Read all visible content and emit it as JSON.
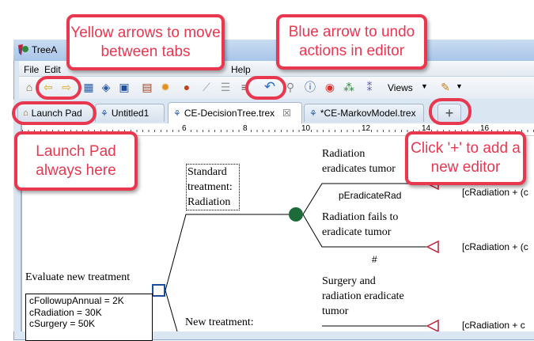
{
  "window": {
    "title": "TreeA"
  },
  "menu": [
    "File",
    "Edit",
    "Help"
  ],
  "toolbar": {
    "views_label": "Views",
    "icons": [
      "home-icon",
      "back-arrow-icon",
      "forward-arrow-icon",
      "tree-icon",
      "shield-icon",
      "save-icon",
      "settings-icon",
      "gear-icon",
      "ball-icon",
      "chart-icon",
      "list-icon",
      "numbered-list-icon",
      "undo-icon",
      "search-icon",
      "help-icon",
      "stop-icon",
      "network-icon",
      "nodes-icon",
      "pen-icon"
    ]
  },
  "tabs": [
    {
      "label": "Launch Pad",
      "icon": "home-icon"
    },
    {
      "label": "Untitled1",
      "icon": "tree-icon"
    },
    {
      "label": "CE-DecisionTree.trex",
      "icon": "tree-icon",
      "active": true,
      "close": "☒"
    },
    {
      "label": "*CE-MarkovModel.trex",
      "icon": "tree-icon"
    }
  ],
  "add_tab": "+",
  "ruler": [
    "6",
    "8",
    "10",
    "12",
    "14",
    "16"
  ],
  "tree": {
    "root_label": "Evaluate new treatment",
    "variables": [
      "cFollowupAnnual = 2K",
      "cRadiation = 30K",
      "cSurgery = 50K"
    ],
    "branch1": "Standard treatment: Radiation",
    "branch1_lines": [
      "Standard",
      "treatment:",
      "Radiation"
    ],
    "branch2": "New treatment:",
    "outcome1": [
      "Radiation",
      "eradicates tumor"
    ],
    "prob1": "pEradicateRad",
    "outcome2": [
      "Radiation fails to",
      "eradicate tumor"
    ],
    "prob2": "#",
    "outcome3": [
      "Surgery and",
      "radiation eradicate",
      "tumor"
    ],
    "payoff1": "[cRadiation + (c",
    "payoff2": "[cRadiation + (c",
    "payoff3": "[cRadiation + c",
    "colors": {
      "chance": "#1e6b3a",
      "decision": "#1f4e9c",
      "terminal": "#c0203a"
    }
  },
  "callouts": {
    "arrows": "Yellow arrows to move between tabs",
    "undo": "Blue arrow to undo actions in editor",
    "launchpad": "Launch Pad always here",
    "add": "Click '+' to add a new editor"
  },
  "accent": "#e8384f"
}
